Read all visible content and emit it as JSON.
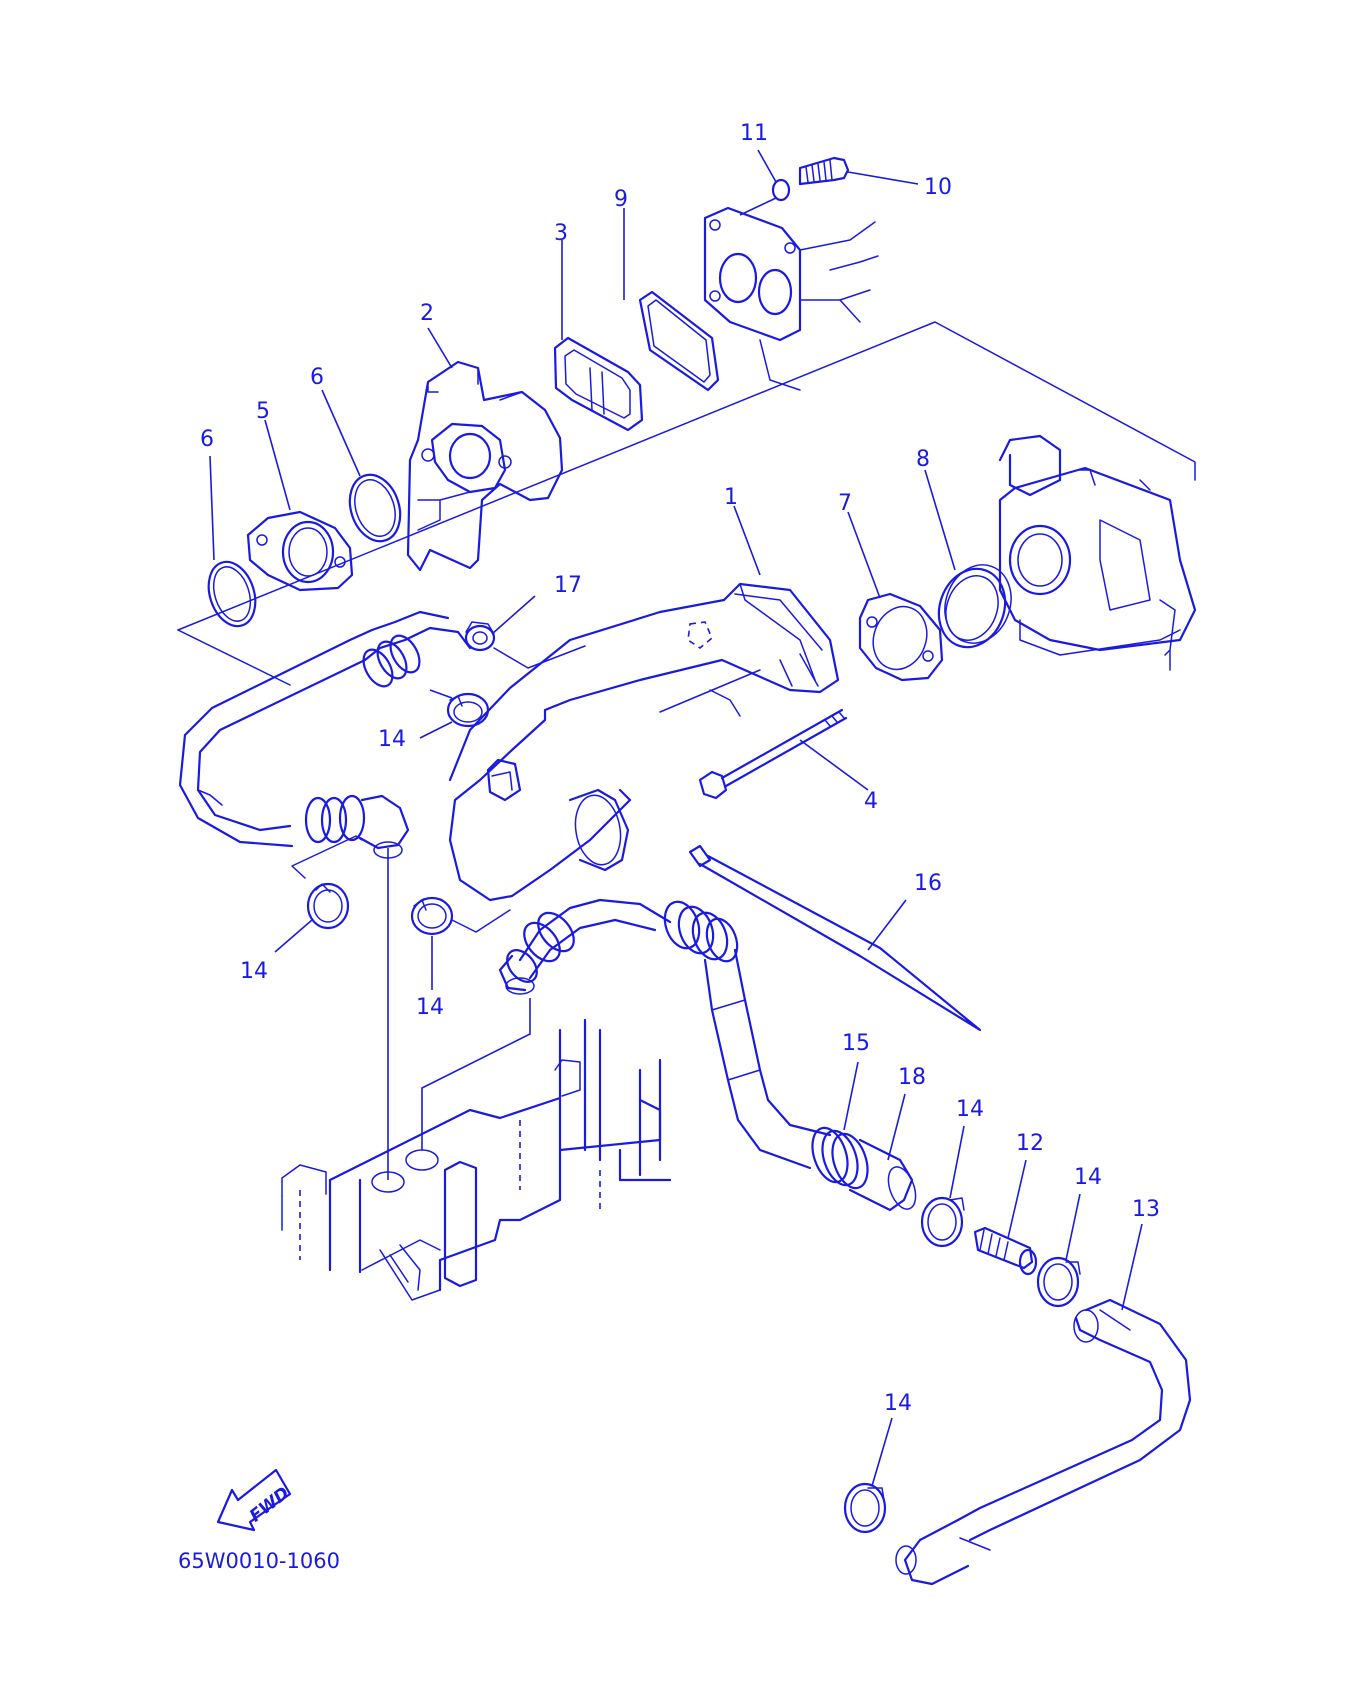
{
  "callouts": {
    "c1": "1",
    "c2": "2",
    "c3": "3",
    "c4": "4",
    "c5": "5",
    "c6a": "6",
    "c6b": "6",
    "c7": "7",
    "c8": "8",
    "c9": "9",
    "c10": "10",
    "c11": "11",
    "c12": "12",
    "c13": "13",
    "c14a": "14",
    "c14b": "14",
    "c14c": "14",
    "c14d": "14",
    "c14e": "14",
    "c14f": "14",
    "c15": "15",
    "c16": "16",
    "c17": "17",
    "c18": "18"
  },
  "fwd_label": "FWD",
  "diagram_code": "65W0010-1060",
  "colors": {
    "line": "#1a1ae0",
    "background": "#ffffff"
  }
}
